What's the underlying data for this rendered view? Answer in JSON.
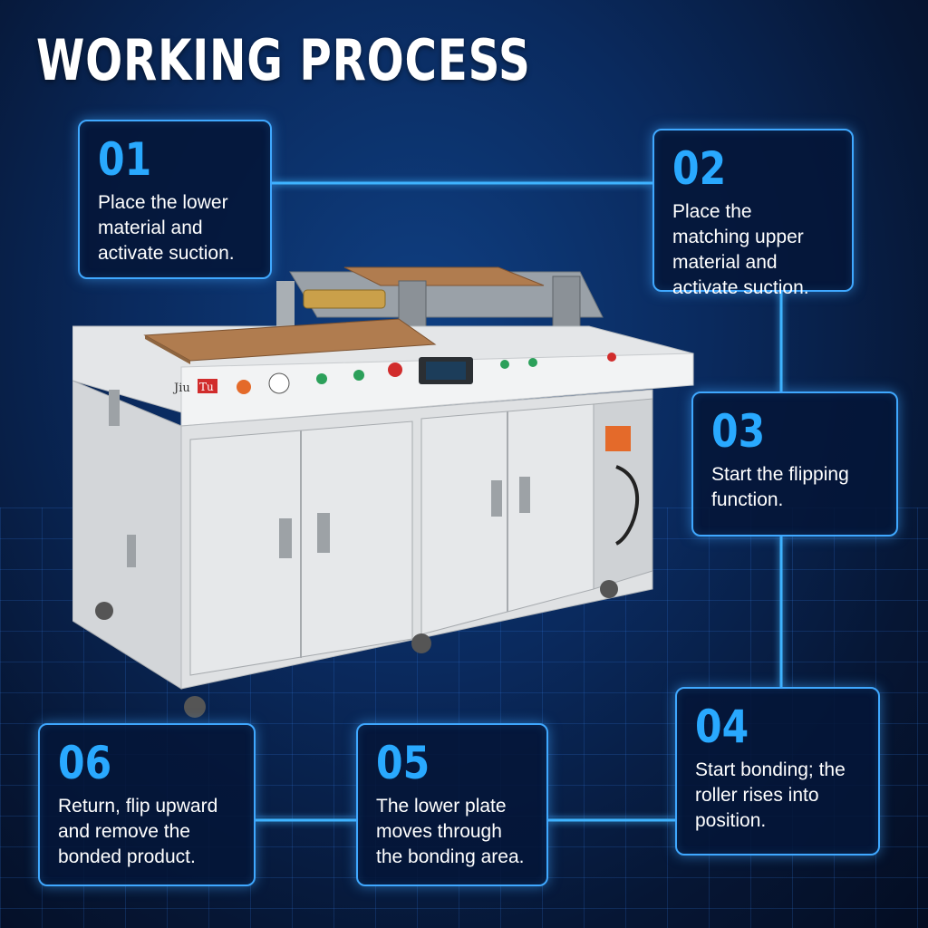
{
  "title": "WORKING PROCESS",
  "brand": {
    "left": "Jiu",
    "right": "Tu"
  },
  "steps": [
    {
      "num": "01",
      "text": "Place the lower material and activate suction."
    },
    {
      "num": "02",
      "text": "Place the matching upper material and activate suction."
    },
    {
      "num": "03",
      "text": "Start the flipping function."
    },
    {
      "num": "04",
      "text": "Start bonding; the roller rises into position."
    },
    {
      "num": "05",
      "text": "The lower plate moves through the bonding area."
    },
    {
      "num": "06",
      "text": "Return, flip upward and remove the bonded product."
    }
  ],
  "colors": {
    "accent": "#29a9ff",
    "border": "#3fa8ff",
    "background": "#0a2a5e"
  }
}
